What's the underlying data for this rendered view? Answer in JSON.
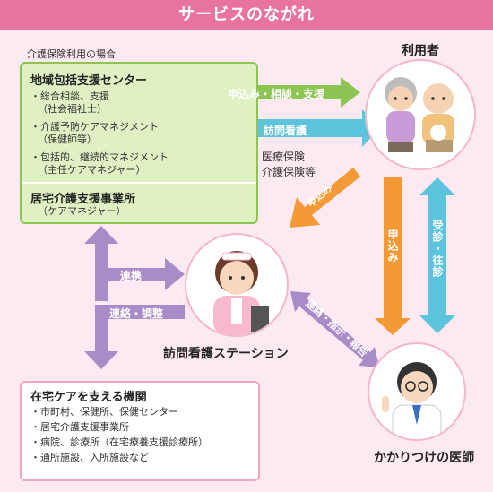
{
  "header": {
    "title": "サービスのながれ"
  },
  "community_center": {
    "caption": "介護保険利用の場合",
    "title": "地域包括支援センター",
    "items": [
      {
        "main": "・総合相談、支援",
        "sub": "（社会福祉士）"
      },
      {
        "main": "・介護予防ケアマネジメント",
        "sub": "（保健師等）"
      },
      {
        "main": "・包括的、継続的マネジメント",
        "sub": "（主任ケアマネジャー）"
      }
    ],
    "office_title": "居宅介護支援事業所",
    "office_sub": "（ケアマネジャー）"
  },
  "user": {
    "label": "利用者"
  },
  "station": {
    "label": "訪問看護ステーション"
  },
  "doctor": {
    "label": "かかりつけの医師"
  },
  "support": {
    "title": "在宅ケアを支える機関",
    "items": [
      "・市町村、保健所、保健センター",
      "・居宅介護支援事業所",
      "・病院、診療所（在宅療養支援診療所）",
      "・通所施設、入所施設など"
    ]
  },
  "flows": {
    "apply_consult_support": "申込み・相談・支援",
    "home_nursing": "訪問看護",
    "medical_insurance": "医療保険",
    "care_insurance": "介護保険等",
    "apply_diag": "申込み",
    "apply_down": "申込み",
    "visit": "受診・往診",
    "cooperation": "連携",
    "contact_adjust": "連絡・調整",
    "contact_report": "連絡・指示・報告"
  },
  "colors": {
    "header": "#e8739e",
    "background": "#fde9f1",
    "green_arrow": "#8dc552",
    "blue_arrow": "#5cc4dc",
    "orange_arrow": "#f39a36",
    "purple_arrow": "#a98bc8"
  }
}
